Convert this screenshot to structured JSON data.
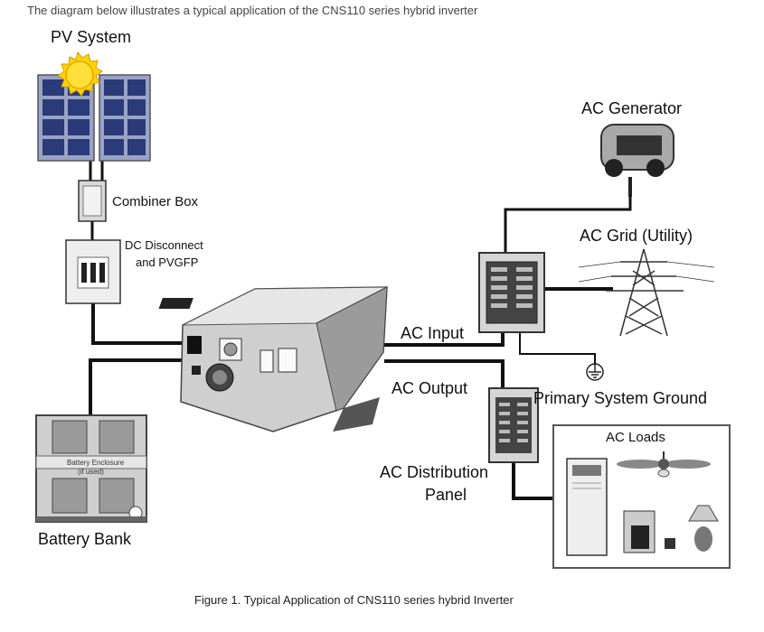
{
  "header": {
    "text": "The diagram below illustrates a typical application of the CNS110 series hybrid inverter"
  },
  "labels": {
    "pv_system": "PV System",
    "combiner_box": "Combiner Box",
    "dc_disconnect_line1": "DC Disconnect",
    "dc_disconnect_line2": "and PVGFP",
    "ac_generator": "AC Generator",
    "ac_grid": "AC Grid (Utility)",
    "ac_input": "AC Input",
    "ac_output": "AC Output",
    "primary_ground": "Primary System Ground",
    "ac_distribution_line1": "AC Distribution",
    "ac_distribution_line2": "Panel",
    "ac_loads": "AC Loads",
    "battery_enclosure_line1": "Battery Enclosure",
    "battery_enclosure_line2": "(if used)",
    "battery_bank": "Battery Bank"
  },
  "caption": "Figure 1. Typical Application of CNS110 series hybrid Inverter",
  "colors": {
    "wire": "#111111",
    "device": "#bdbdbd",
    "dark": "#333333",
    "panel_blue": "#2b3a78"
  }
}
